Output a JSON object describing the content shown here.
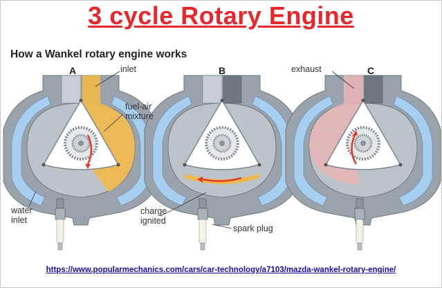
{
  "title": "3 cycle Rotary Engine",
  "subtitle": "How a Wankel rotary engine works",
  "stages": {
    "a": "A",
    "b": "B",
    "c": "C"
  },
  "labels": {
    "inlet": "inlet",
    "fuel_air_1": "fuel-air",
    "fuel_air_2": "mixture",
    "water_1": "water",
    "water_2": "inlet",
    "charge_1": "charge",
    "charge_2": "ignited",
    "spark_plug": "spark plug",
    "exhaust": "exhaust"
  },
  "source_url": "https://www.popularmechanics.com/cars/car-technology/a7103/mazda-wankel-rotary-engine/",
  "colors": {
    "title": "#e8262b",
    "intake": "#efb94a",
    "exhaust": "#e8b5b6",
    "coolant": "#a9cff0",
    "housing": "#9aa3ab",
    "arrow": "#e03a2a"
  }
}
